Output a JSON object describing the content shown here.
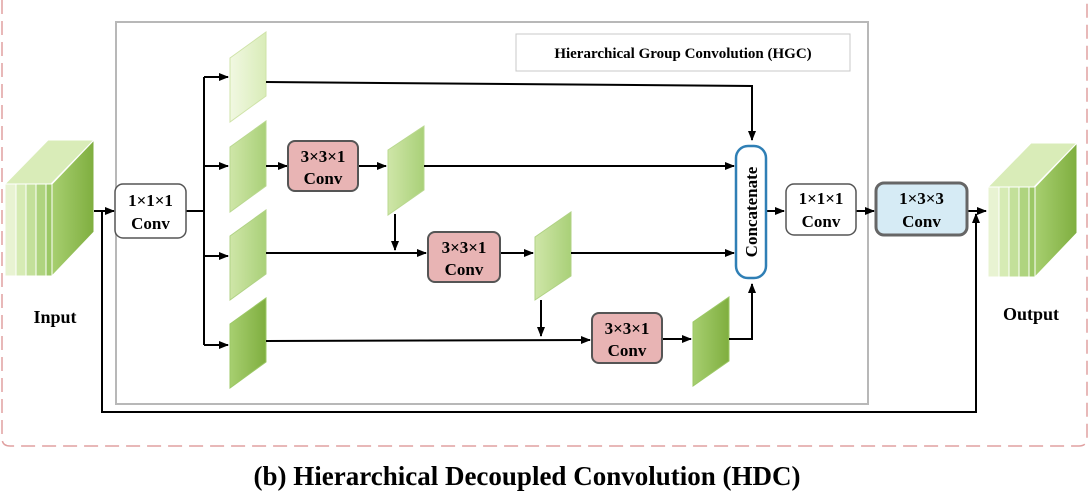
{
  "caption": "(b) Hierarchical Decoupled Convolution (HDC)",
  "hgc_label": "Hierarchical Group Convolution (HGC)",
  "input_label": "Input",
  "output_label": "Output",
  "conv_1x1x1_in": {
    "line1": "1×1×1",
    "line2": "Conv"
  },
  "conv_3x3x1_a": {
    "line1": "3×3×1",
    "line2": "Conv"
  },
  "conv_3x3x1_b": {
    "line1": "3×3×1",
    "line2": "Conv"
  },
  "conv_3x3x1_c": {
    "line1": "3×3×1",
    "line2": "Conv"
  },
  "concatenate": "Concatenate",
  "conv_1x1x1_out": {
    "line1": "1×1×1",
    "line2": "Conv"
  },
  "conv_1x3x3": {
    "line1": "1×3×3",
    "line2": "Conv"
  },
  "colors": {
    "dashed_border": "#e0a0a0",
    "hgc_border": "#b0b0b0",
    "conv_red_fill": "#e8b4b4",
    "conv_blue_fill": "#d6ebf5",
    "concat_border": "#2f7fb5",
    "green_light": "#e6f2cc",
    "green_mid": "#b7d98a",
    "green_dark": "#7fae3f"
  }
}
